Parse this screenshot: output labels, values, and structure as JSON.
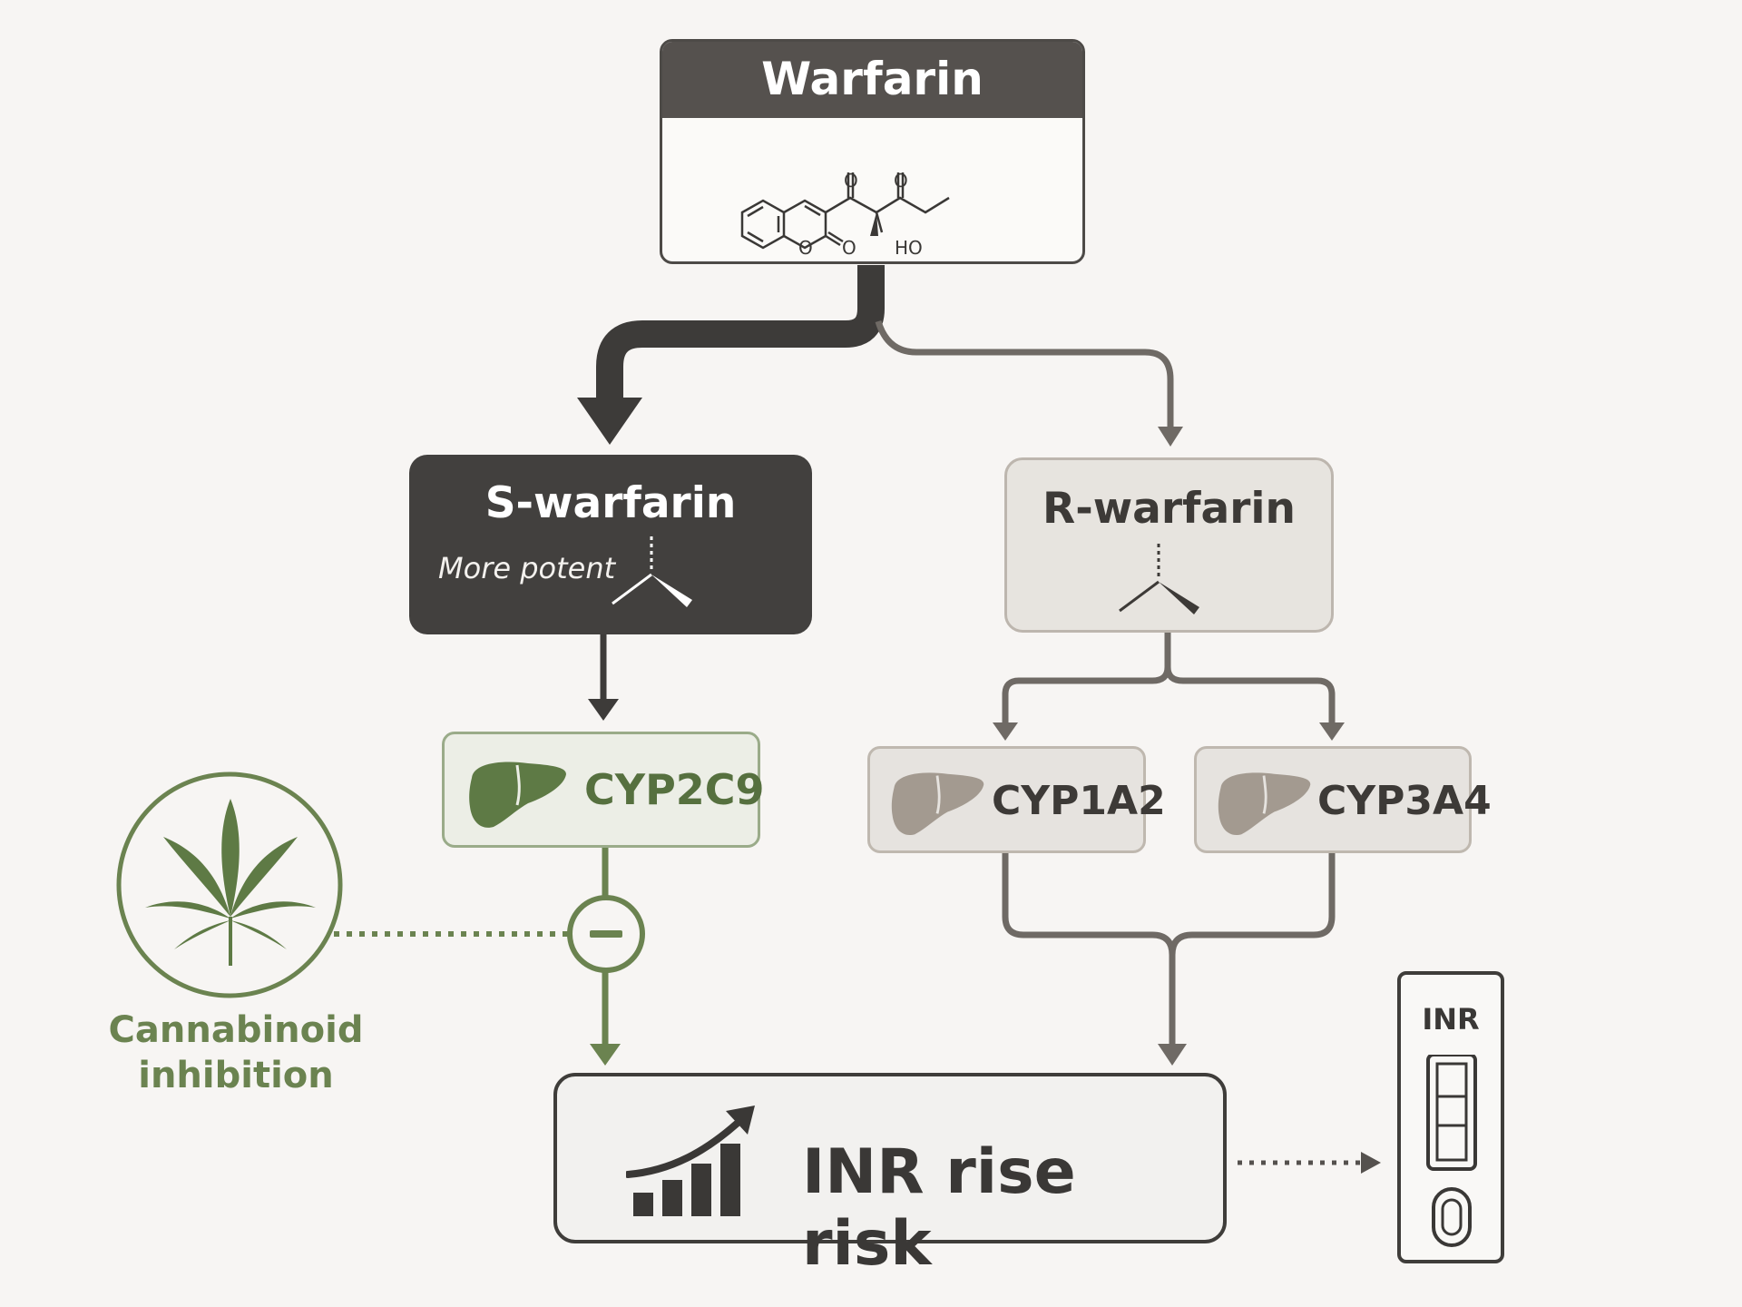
{
  "warfarin": {
    "title": "Warfarin"
  },
  "structure_atoms": {
    "o1": "O",
    "o2": "O",
    "o_ring": "O",
    "o_carbonyl": "O",
    "ho": "HO"
  },
  "s_warfarin": {
    "title": "S-warfarin",
    "note": "More potent"
  },
  "r_warfarin": {
    "title": "R-warfarin"
  },
  "enzymes": {
    "cyp2c9": "CYP2C9",
    "cyp1a2": "CYP1A2",
    "cyp3a4": "CYP3A4"
  },
  "inhibitor": {
    "label_line1": "Cannabinoid",
    "label_line2": "inhibition"
  },
  "outcome": {
    "label": "INR rise risk"
  },
  "device": {
    "label": "INR"
  },
  "colors": {
    "dark": "#42403e",
    "gray_connector": "#6f6a65",
    "green": "#6b8350",
    "liver_green": "#5e7a45",
    "liver_gray": "#a39a90",
    "background": "#f7f5f3"
  },
  "icons": [
    "benzene-ring",
    "liver-icon",
    "cannabis-leaf-icon",
    "minus-icon",
    "bar-chart-rising-icon",
    "test-strip-icon"
  ]
}
